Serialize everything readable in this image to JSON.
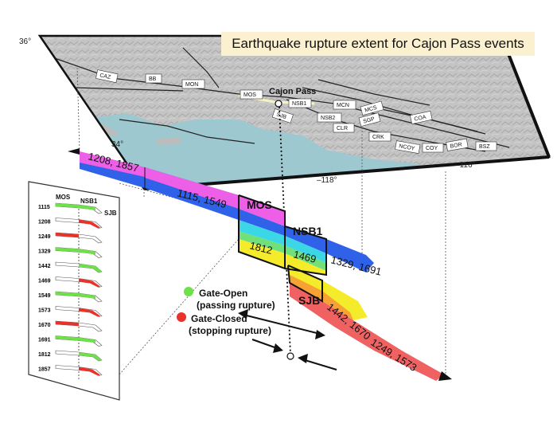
{
  "title": "Earthquake rupture extent for Cajon Pass events",
  "map": {
    "lat_labels": [
      "36°",
      "34°"
    ],
    "lon_labels": [
      "–118°",
      "–116°"
    ],
    "site_label": "Cajon Pass",
    "fault_tags": [
      "CAZ",
      "BB",
      "MON",
      "MOS",
      "NSB1",
      "SJB",
      "MCN",
      "MCS",
      "SGP",
      "NSB2",
      "CLR",
      "CRK",
      "NCOY",
      "COY",
      "BOR",
      "COA",
      "BSZ"
    ]
  },
  "segments": {
    "mos": "MOS",
    "nsb1": "NSB1",
    "sjb": "SJB"
  },
  "rupture_labels": {
    "r1208_1857": "1208, 1857",
    "r1115_1549": "1115, 1549",
    "r1812": "1812",
    "r1469": "1469",
    "r1329_1691": "1329, 1691",
    "r1442_1670": "1442, 1670",
    "r1249_1573": "1249, 1573"
  },
  "legend": {
    "open_line1": "Gate-Open",
    "open_line2": "(passing rupture)",
    "closed_line1": "Gate-Closed",
    "closed_line2": "(stopping rupture)",
    "open_color": "#6ee04a",
    "closed_color": "#e8322a"
  },
  "inset": {
    "col_mos": "MOS",
    "col_nsb1": "NSB1",
    "col_sjb": "SJB",
    "events": [
      {
        "year": "1115",
        "gate": "open"
      },
      {
        "year": "1208",
        "gate": "closed"
      },
      {
        "year": "1249",
        "gate": "closed"
      },
      {
        "year": "1329",
        "gate": "open"
      },
      {
        "year": "1442",
        "gate": "open"
      },
      {
        "year": "1469",
        "gate": "closed"
      },
      {
        "year": "1549",
        "gate": "open"
      },
      {
        "year": "1573",
        "gate": "closed"
      },
      {
        "year": "1670",
        "gate": "closed"
      },
      {
        "year": "1691",
        "gate": "open"
      },
      {
        "year": "1812",
        "gate": "open"
      },
      {
        "year": "1857",
        "gate": "closed"
      }
    ]
  },
  "colors": {
    "magenta": "#ee5fe8",
    "blue": "#2f62e8",
    "cyan": "#3cd7e6",
    "green": "#6fe07a",
    "yellow": "#f4ec2a",
    "orange": "#f6a334",
    "salmon": "#f06262",
    "sea": "#9ec8d0",
    "land": "#bdbdbd"
  }
}
